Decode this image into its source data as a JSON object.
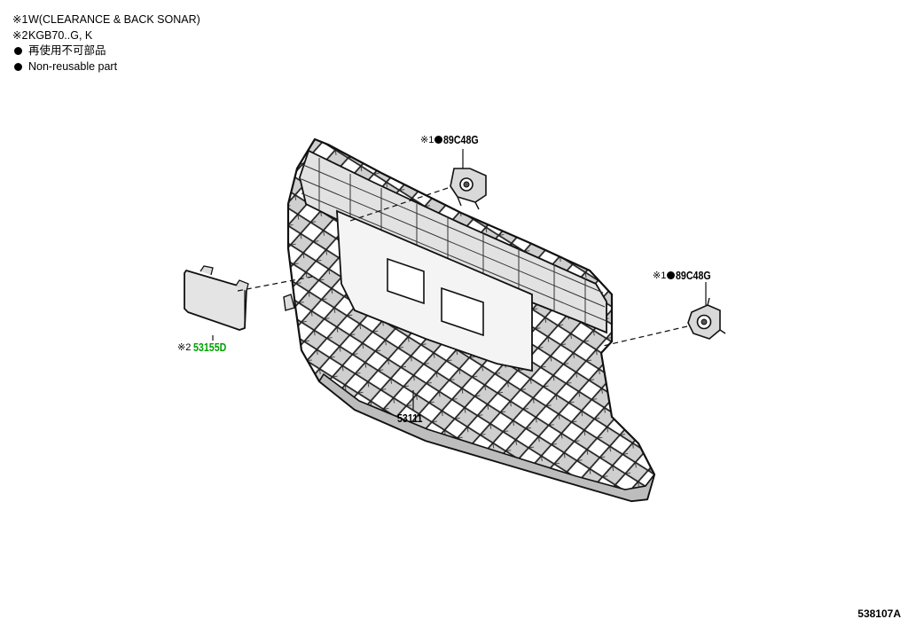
{
  "legend": {
    "note1": {
      "mark": "※1",
      "text": "W(CLEARANCE & BACK SONAR)"
    },
    "note2": {
      "mark": "※2",
      "text": "KGB70..G, K"
    },
    "note3": {
      "text": "再使用不可部品"
    },
    "note4": {
      "text": "Non-reusable part"
    }
  },
  "callouts": {
    "sensor_top": {
      "note": "※1",
      "part": "89C48G"
    },
    "sensor_right": {
      "note": "※1",
      "part": "89C48G"
    },
    "cover": {
      "note": "※2",
      "part": "53155D"
    },
    "grille": {
      "part": "53111"
    }
  },
  "diagram_id": "538107A",
  "colors": {
    "highlight": "#00a000",
    "line": "#000000"
  }
}
